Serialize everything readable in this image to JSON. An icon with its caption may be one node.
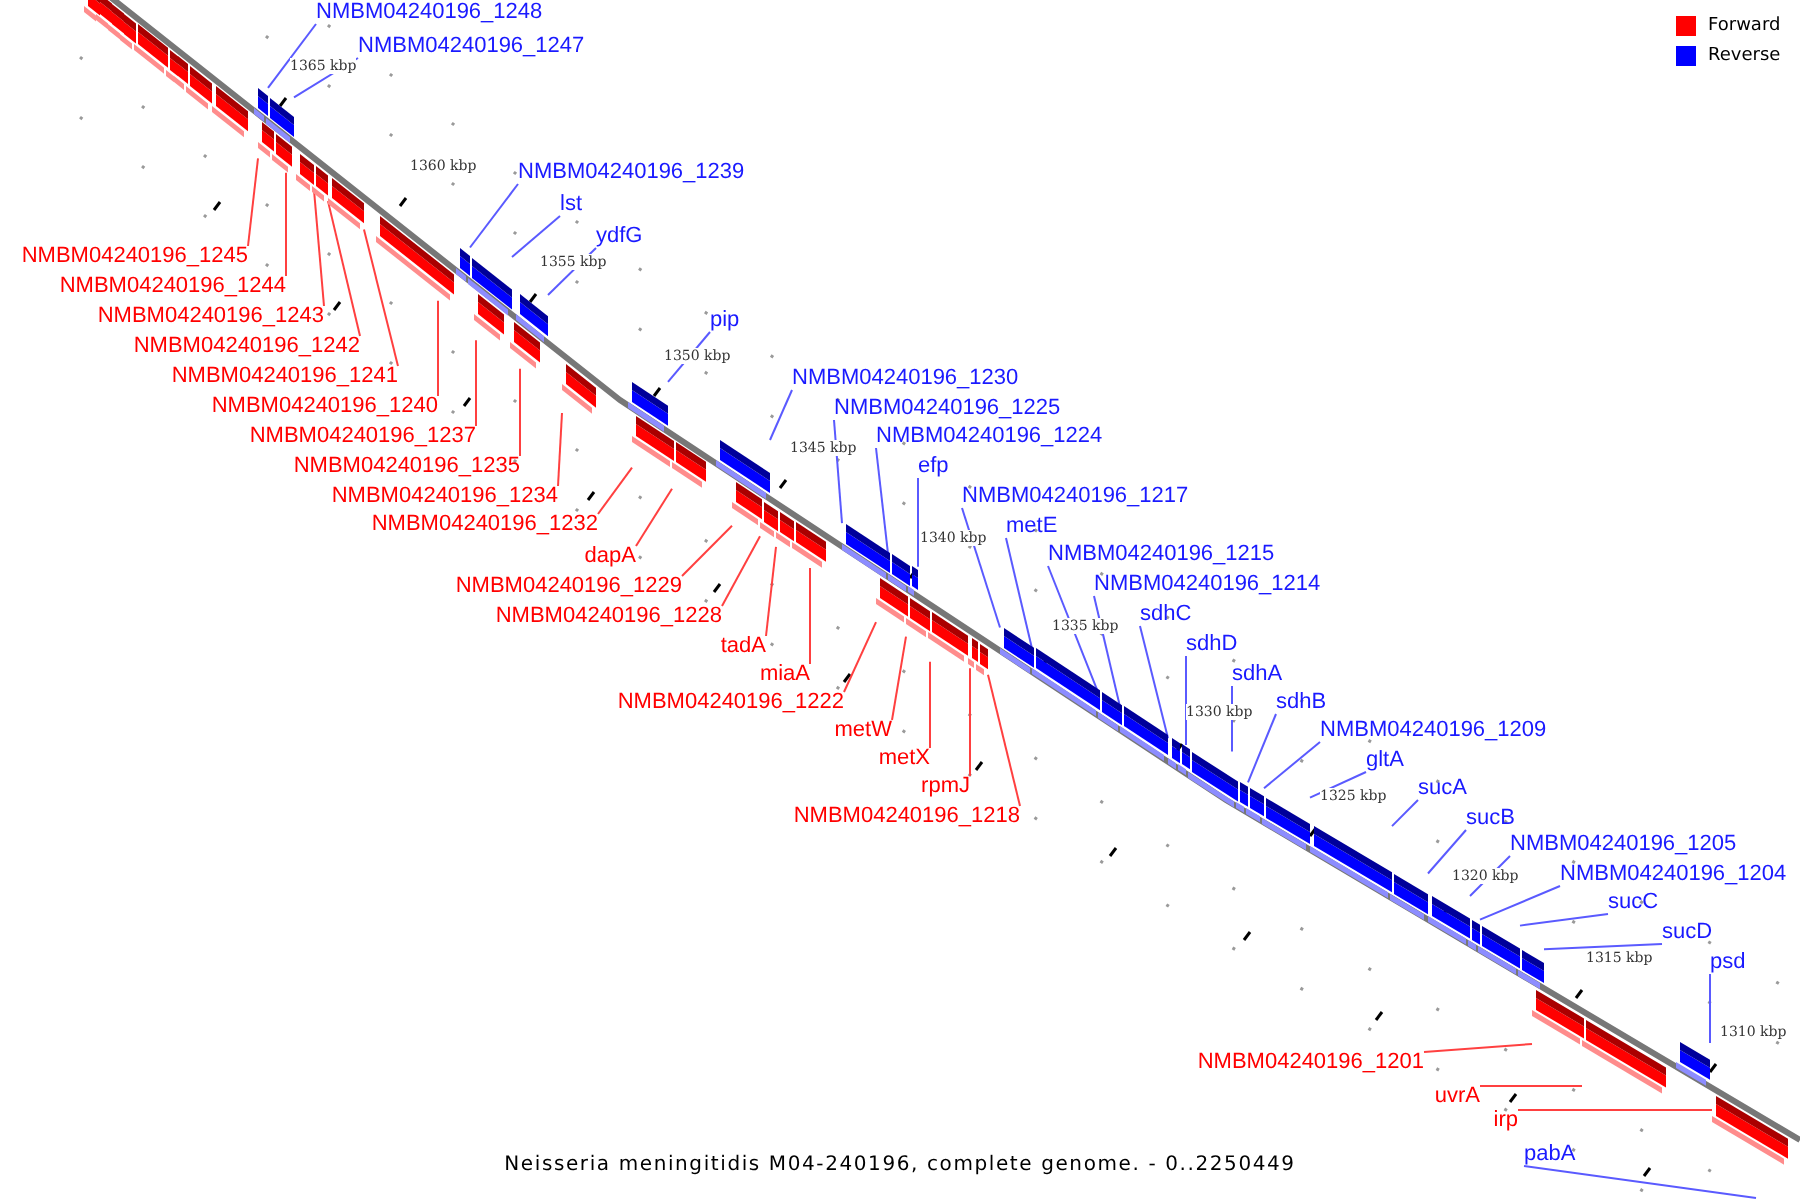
{
  "diagram": {
    "caption": "Neisseria meningitidis M04-240196, complete genome. - 0..2250449",
    "nodes": [
      {
        "text": [
          "NMBM04240196_1248"
        ]
      },
      {
        "text": [
          "NMBM04240196_1247"
        ]
      },
      {
        "text": [
          "NMBM04240196_1239"
        ]
      },
      {
        "text": [
          "lst"
        ]
      },
      {
        "text": [
          "ydfG"
        ]
      },
      {
        "text": [
          "NMBM04240196_1245"
        ]
      },
      {
        "text": [
          "NMBM04240196_1244"
        ]
      },
      {
        "text": [
          "NMBM04240196_1243"
        ]
      },
      {
        "text": [
          "pip"
        ]
      },
      {
        "text": [
          "NMBM04240196_1242"
        ]
      },
      {
        "text": [
          "NMBM04240196_1241"
        ]
      },
      {
        "text": [
          "NMBM04240196_1230"
        ]
      },
      {
        "text": [
          "NMBM04240196_1240"
        ]
      },
      {
        "text": [
          "NMBM04240196_1225"
        ]
      },
      {
        "text": [
          "NMBM04240196_1237"
        ]
      },
      {
        "text": [
          "NMBM04240196_1224"
        ]
      },
      {
        "text": [
          "efp"
        ]
      },
      {
        "text": [
          "NMBM04240196_1235"
        ]
      },
      {
        "text": [
          "NMBM04240196_1234"
        ]
      },
      {
        "text": [
          "NMBM04240196_1217"
        ]
      },
      {
        "text": [
          "NMBM04240196_1232"
        ]
      },
      {
        "text": [
          "metE"
        ]
      },
      {
        "text": [
          "NMBM04240196_1215"
        ]
      },
      {
        "text": [
          "dapA"
        ]
      },
      {
        "text": [
          "NMBM04240196_1214"
        ]
      },
      {
        "text": [
          "NMBM04240196_1229"
        ]
      },
      {
        "text": [
          "sdhC"
        ]
      },
      {
        "text": [
          "NMBM04240196_1228"
        ]
      },
      {
        "text": [
          "sdhD"
        ]
      },
      {
        "text": [
          "tadA"
        ]
      },
      {
        "text": [
          "sdhA"
        ]
      },
      {
        "text": [
          "miaA"
        ]
      },
      {
        "text": [
          "NMBM04240196_1222"
        ]
      },
      {
        "text": [
          "sdhB"
        ]
      },
      {
        "text": [
          "metW"
        ]
      },
      {
        "text": [
          "NMBM04240196_1209"
        ]
      },
      {
        "text": [
          "metX"
        ]
      },
      {
        "text": [
          "gltA"
        ]
      },
      {
        "text": [
          "rpmJ"
        ]
      },
      {
        "text": [
          "sucA"
        ]
      },
      {
        "text": [
          "NMBM04240196_1218"
        ]
      },
      {
        "text": [
          "sucB"
        ]
      },
      {
        "text": [
          "NMBM04240196_1205"
        ]
      },
      {
        "text": [
          "NMBM04240196_1204"
        ]
      },
      {
        "text": [
          "sucC"
        ]
      },
      {
        "text": [
          "sucD"
        ]
      },
      {
        "text": [
          "psd"
        ]
      },
      {
        "text": [
          "NMBM04240196_1201"
        ]
      },
      {
        "text": [
          "uvrA"
        ]
      },
      {
        "text": [
          "irp"
        ]
      },
      {
        "text": [
          "pabA"
        ]
      },
      {
        "text": [],
        "shape": "box"
      },
      {
        "text": [],
        "shape": "box"
      },
      {
        "text": [],
        "shape": "box"
      },
      {
        "text": [],
        "shape": "box"
      },
      {
        "text": [],
        "shape": "box"
      },
      {
        "text": [],
        "shape": "box"
      },
      {
        "text": [],
        "shape": "box"
      },
      {
        "text": [],
        "shape": "box"
      },
      {
        "text": [],
        "shape": "box"
      },
      {
        "text": [],
        "shape": "box"
      },
      {
        "text": [],
        "shape": "box"
      },
      {
        "text": [],
        "shape": "box"
      },
      {
        "text": [],
        "shape": "box"
      },
      {
        "text": [],
        "shape": "box"
      },
      {
        "text": [],
        "shape": "box"
      },
      {
        "text": [],
        "shape": "box"
      },
      {
        "text": [],
        "shape": "box"
      },
      {
        "text": [],
        "shape": "box"
      },
      {
        "text": [],
        "shape": "box"
      },
      {
        "text": [],
        "shape": "box"
      },
      {
        "text": [],
        "shape": "box"
      },
      {
        "text": [],
        "shape": "box"
      },
      {
        "text": [],
        "shape": "box"
      },
      {
        "text": [],
        "shape": "box"
      },
      {
        "text": [],
        "shape": "box"
      },
      {
        "text": [],
        "shape": "box"
      },
      {
        "text": [],
        "shape": "box"
      },
      {
        "text": [],
        "shape": "box"
      },
      {
        "text": [],
        "shape": "box"
      },
      {
        "text": [],
        "shape": "box"
      },
      {
        "text": [],
        "shape": "box"
      },
      {
        "text": [],
        "shape": "box"
      },
      {
        "text": [],
        "shape": "box"
      },
      {
        "text": [],
        "shape": "box"
      },
      {
        "text": [],
        "shape": "box"
      },
      {
        "text": [],
        "shape": "box"
      },
      {
        "text": [],
        "shape": "box"
      },
      {
        "text": [],
        "shape": "box"
      },
      {
        "text": [],
        "shape": "box"
      },
      {
        "text": [],
        "shape": "box"
      },
      {
        "text": [],
        "shape": "box"
      },
      {
        "text": [],
        "shape": "box"
      },
      {
        "text": [],
        "shape": "box"
      },
      {
        "text": [],
        "shape": "box"
      },
      {
        "text": [],
        "shape": "box"
      },
      {
        "text": [],
        "shape": "box"
      },
      {
        "text": [],
        "shape": "box"
      },
      {
        "text": [],
        "shape": "box"
      },
      {
        "text": [],
        "shape": "box"
      },
      {
        "text": [],
        "shape": "box"
      },
      {
        "text": [],
        "shape": "box"
      },
      {
        "text": [],
        "shape": "box"
      },
      {
        "text": [],
        "shape": "box"
      },
      {
        "text": [],
        "shape": "box"
      },
      {
        "text": [],
        "shape": "box"
      },
      {
        "text": [],
        "shape": "box"
      },
      {
        "text": [],
        "shape": "box"
      },
      {
        "text": [],
        "shape": "box"
      },
      {
        "text": [],
        "shape": "box"
      }
    ],
    "edges": [
      {
        "from": 0,
        "to": 60,
        "arrow": "none"
      },
      {
        "from": 1,
        "to": 62,
        "arrow": "none"
      },
      {
        "from": 2,
        "to": 68,
        "arrow": "none"
      },
      {
        "from": 3,
        "to": 69,
        "arrow": "none"
      },
      {
        "from": 4,
        "to": 72,
        "arrow": "none"
      },
      {
        "from": 5,
        "to": 61,
        "arrow": "none",
        "color": "#ff4040"
      },
      {
        "from": 6,
        "to": 63,
        "arrow": "none",
        "color": "#ff4040"
      },
      {
        "from": 7,
        "to": 64,
        "arrow": "none",
        "color": "#ff4040"
      },
      {
        "from": 8,
        "to": 74,
        "arrow": "none"
      },
      {
        "from": 9,
        "to": 65,
        "arrow": "none",
        "color": "#ff4040"
      },
      {
        "from": 10,
        "to": 66,
        "arrow": "none",
        "color": "#ff4040"
      },
      {
        "from": 11,
        "to": 77,
        "arrow": "none"
      },
      {
        "from": 12,
        "to": 67,
        "arrow": "none",
        "color": "#ff4040"
      },
      {
        "from": 13,
        "to": 82,
        "arrow": "none"
      },
      {
        "from": 14,
        "to": 70,
        "arrow": "none",
        "color": "#ff4040"
      },
      {
        "from": 15,
        "to": 84,
        "arrow": "none"
      },
      {
        "from": 16,
        "to": 86,
        "arrow": "none"
      },
      {
        "from": 17,
        "to": 71,
        "arrow": "none",
        "color": "#ff4040"
      },
      {
        "from": 18,
        "to": 73,
        "arrow": "none",
        "color": "#ff4040"
      },
      {
        "from": 19,
        "to": 90,
        "arrow": "none"
      },
      {
        "from": 20,
        "to": 75,
        "arrow": "none",
        "color": "#ff4040"
      },
      {
        "from": 21,
        "to": 91,
        "arrow": "none"
      },
      {
        "from": 22,
        "to": 92,
        "arrow": "none"
      },
      {
        "from": 23,
        "to": 76,
        "arrow": "none",
        "color": "#ff4040"
      },
      {
        "from": 24,
        "to": 93,
        "arrow": "none"
      },
      {
        "from": 25,
        "to": 78,
        "arrow": "none",
        "color": "#ff4040"
      },
      {
        "from": 26,
        "to": 94,
        "arrow": "none"
      },
      {
        "from": 27,
        "to": 79,
        "arrow": "none",
        "color": "#ff4040"
      },
      {
        "from": 28,
        "to": 95,
        "arrow": "none"
      },
      {
        "from": 29,
        "to": 80,
        "arrow": "none",
        "color": "#ff4040"
      },
      {
        "from": 30,
        "to": 96,
        "arrow": "none"
      },
      {
        "from": 31,
        "to": 81,
        "arrow": "none",
        "color": "#ff4040"
      },
      {
        "from": 32,
        "to": 83,
        "arrow": "none",
        "color": "#ff4040"
      },
      {
        "from": 33,
        "to": 97,
        "arrow": "none"
      },
      {
        "from": 34,
        "to": 85,
        "arrow": "none",
        "color": "#ff4040"
      },
      {
        "from": 35,
        "to": 98,
        "arrow": "none"
      },
      {
        "from": 36,
        "to": 87,
        "arrow": "none",
        "color": "#ff4040"
      },
      {
        "from": 37,
        "to": 99,
        "arrow": "none"
      },
      {
        "from": 38,
        "to": 88,
        "arrow": "none",
        "color": "#ff4040"
      },
      {
        "from": 39,
        "to": 100,
        "arrow": "none"
      },
      {
        "from": 40,
        "to": 89,
        "arrow": "none",
        "color": "#ff4040"
      },
      {
        "from": 41,
        "to": 101,
        "arrow": "none"
      },
      {
        "from": 42,
        "to": 102,
        "arrow": "none"
      },
      {
        "from": 43,
        "to": 103,
        "arrow": "none"
      },
      {
        "from": 44,
        "to": 104,
        "arrow": "none"
      },
      {
        "from": 45,
        "to": 105,
        "arrow": "none"
      },
      {
        "from": 46,
        "to": 108,
        "arrow": "none"
      },
      {
        "from": 47,
        "to": 106,
        "arrow": "none",
        "color": "#ff4040"
      },
      {
        "from": 48,
        "to": 107,
        "arrow": "none",
        "color": "#ff4040"
      },
      {
        "from": 49,
        "to": 109,
        "arrow": "none",
        "color": "#ff4040"
      },
      {
        "from": 50,
        "to": null,
        "arrow": "none"
      }
    ],
    "labels": [
      "1365 kbp",
      "1360 kbp",
      "1355 kbp",
      "1350 kbp",
      "1345 kbp",
      "1340 kbp",
      "1335 kbp",
      "1330 kbp",
      "1325 kbp",
      "1320 kbp",
      "1315 kbp",
      "1310 kbp"
    ],
    "legend": [
      {
        "text": "Forward",
        "color": "#ff0000"
      },
      {
        "text": "Reverse",
        "color": "#0000ff"
      }
    ]
  }
}
